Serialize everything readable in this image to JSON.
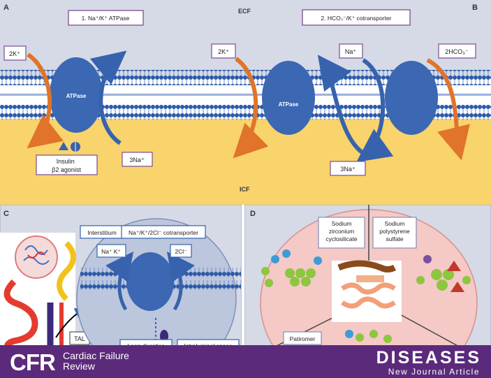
{
  "panel_a": {
    "letter_left": "A",
    "letter_right": "B",
    "ecf_label": "ECF",
    "icf_label": "ICF",
    "title_1": "1. Na⁺/K⁺ ATPase",
    "title_2": "2. HCO₃⁻/K⁺ cotransporter",
    "left": {
      "k_in": "2K⁺",
      "na_out": "3Na⁺",
      "pump_label": "ATPase",
      "stimulators": "Insulin\nβ2 agonist"
    },
    "right": {
      "k_in": "2K⁺",
      "na_top": "Na⁺",
      "na_bottom": "3Na⁺",
      "hco3": "2HCO₃⁻",
      "pump_label": "ATPase"
    }
  },
  "panel_c": {
    "letter": "C",
    "interstitium": "Interstitium",
    "cotransporter": "Na⁺/K⁺/2Cl⁻ cotransporter",
    "na_k": "Na⁺ K⁺",
    "cl": "2Cl⁻",
    "loop": "Loop diuretics",
    "lumen": "Intraluminal space",
    "tal": "TAL"
  },
  "panel_d": {
    "letter": "D",
    "szc": "Sodium\nzirconium\ncyclosilicate",
    "sps": "Sodium\npolystyrene\nsulfate",
    "patiromer": "Patiromer"
  },
  "banner": {
    "logo": "CFR",
    "journal": "Cardiac Failure\nReview",
    "title": "DISEASES",
    "subtitle": "New Journal Article"
  },
  "colors": {
    "ecf_bg": "#d5dae6",
    "icf_bg": "#f9d36b",
    "membrane": "#2c5aa8",
    "protein": "#3b67b3",
    "arrow_k": "#e0742a",
    "arrow_na": "#3762ad",
    "label_border": "#7a4e8f",
    "banner": "#5b2a7b"
  }
}
